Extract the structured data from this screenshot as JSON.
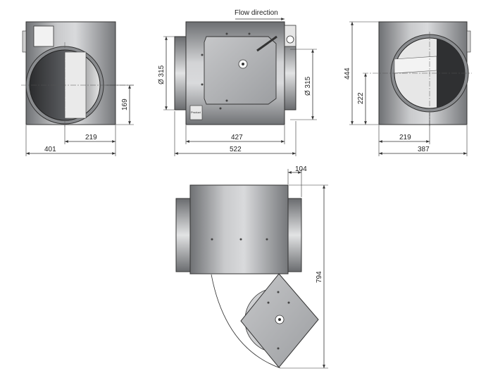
{
  "title": "Flow direction",
  "label_plate": "Product",
  "views": {
    "front": {
      "dimensions": {
        "width": "401",
        "offset": "219",
        "center_height": "169"
      }
    },
    "side": {
      "dimensions": {
        "inlet_diameter": "Ø 315",
        "outlet_diameter": "Ø 315",
        "body_length": "427",
        "overall_length": "522"
      }
    },
    "rear": {
      "dimensions": {
        "height": "444",
        "center_height": "222",
        "offset": "219",
        "width": "387"
      }
    },
    "open_service": {
      "dimensions": {
        "flange_depth": "104",
        "open_height": "794"
      }
    }
  },
  "colors": {
    "housing_dark": "#7d7f82",
    "housing_light": "#d4d5d7",
    "duct_ring": "#9a9c9f",
    "line": "#333333"
  }
}
